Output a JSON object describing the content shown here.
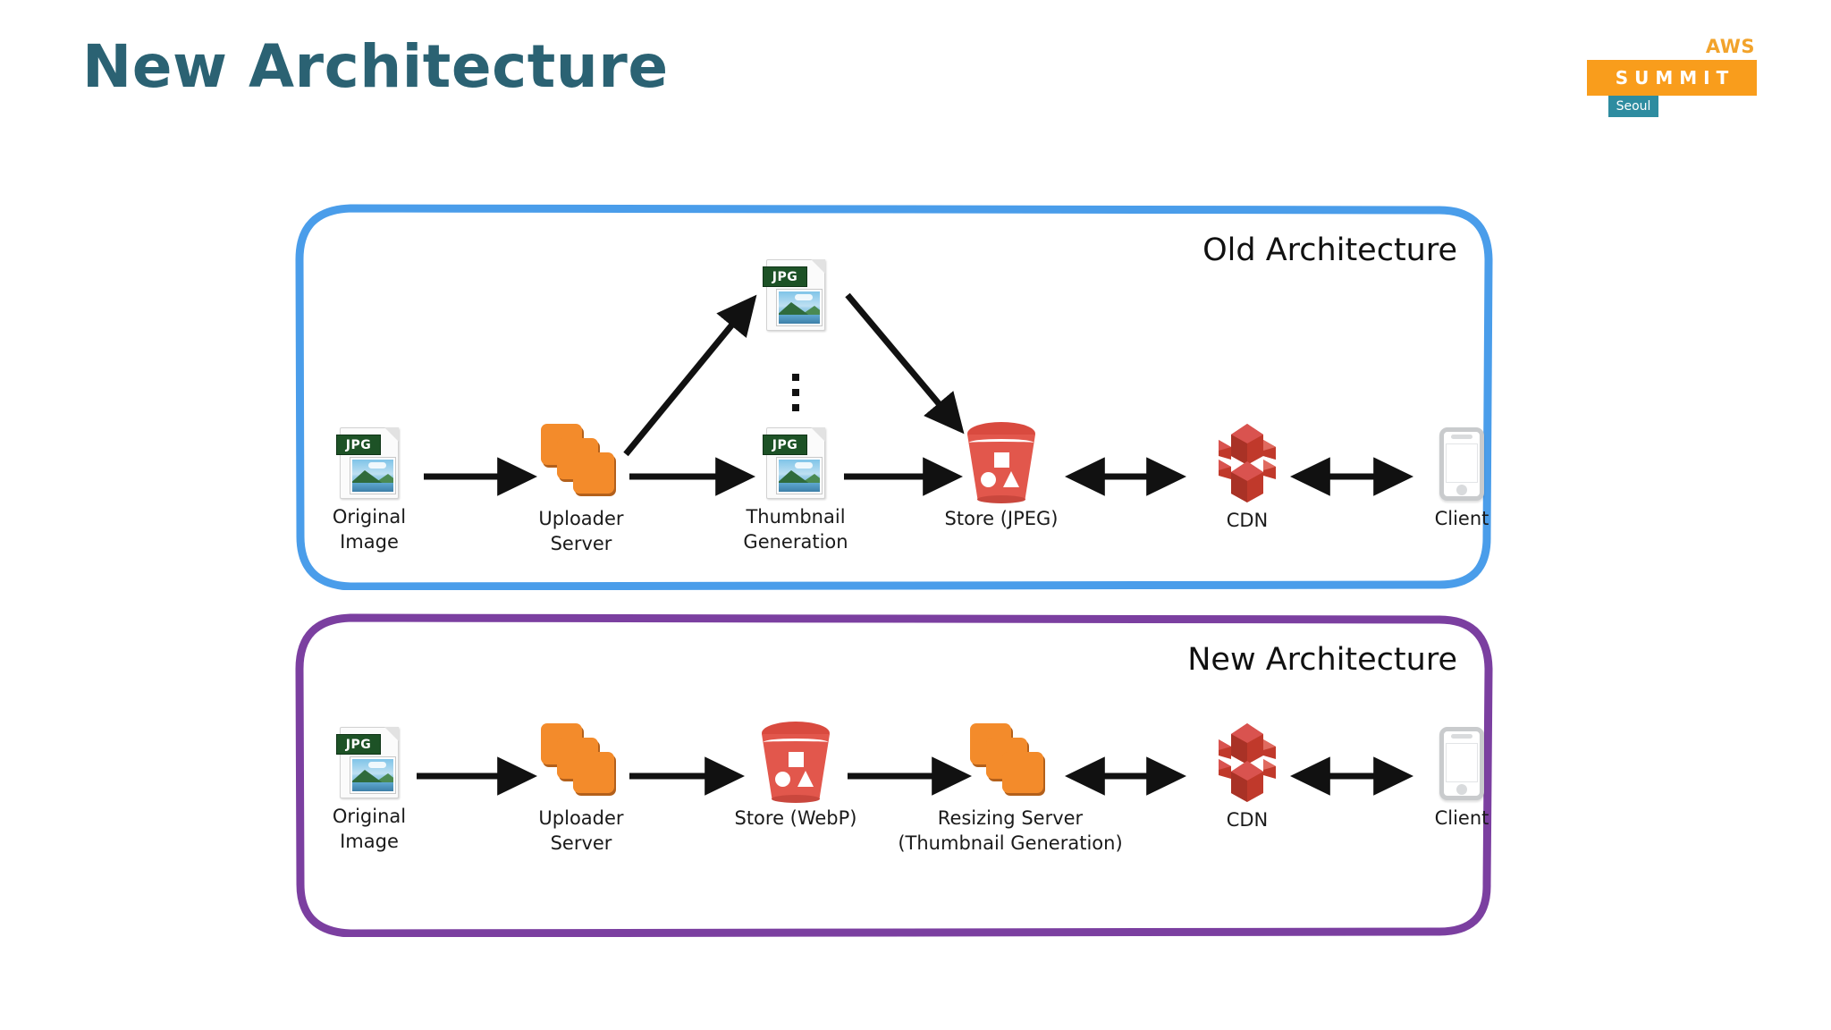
{
  "slide": {
    "title": "New Architecture"
  },
  "logo": {
    "aws": "AWS",
    "summit": "SUMMIT",
    "city": "Seoul",
    "summit_bg": "#f99d1c",
    "city_bg": "#2e8ca0",
    "aws_color": "#f2a32b"
  },
  "panels": [
    {
      "id": "old",
      "heading": "Old Architecture",
      "border_color": "#4a9dea",
      "nodes": [
        {
          "name": "original-image",
          "label": "Original Image",
          "icon": "jpg-file-icon"
        },
        {
          "name": "uploader-server",
          "label": "Uploader Server",
          "icon": "orange-server-stack-icon"
        },
        {
          "name": "thumbnail-generation",
          "label": "Thumbnail Generation",
          "icon": "jpg-file-icon"
        },
        {
          "name": "store-jpeg",
          "label": "Store (JPEG)",
          "icon": "s3-bucket-icon"
        },
        {
          "name": "cdn",
          "label": "CDN",
          "icon": "cloudfront-cdn-icon"
        },
        {
          "name": "client",
          "label": "Client",
          "icon": "mobile-phone-icon"
        }
      ],
      "extra_nodes": [
        {
          "name": "thumbnail-variant-top",
          "icon": "jpg-file-icon"
        },
        {
          "name": "thumbnail-ellipsis",
          "icon": "vertical-ellipsis-icon"
        }
      ]
    },
    {
      "id": "new",
      "heading": "New Architecture",
      "border_color": "#7b3fa0",
      "nodes": [
        {
          "name": "original-image",
          "label": "Original Image",
          "icon": "jpg-file-icon"
        },
        {
          "name": "uploader-server",
          "label": "Uploader Server",
          "icon": "orange-server-stack-icon"
        },
        {
          "name": "store-webp",
          "label": "Store (WebP)",
          "icon": "s3-bucket-icon"
        },
        {
          "name": "resizing-server",
          "label": "Resizing Server\n(Thumbnail Generation)",
          "icon": "orange-server-stack-icon"
        },
        {
          "name": "cdn",
          "label": "CDN",
          "icon": "cloudfront-cdn-icon"
        },
        {
          "name": "client",
          "label": "Client",
          "icon": "mobile-phone-icon"
        }
      ]
    }
  ],
  "icon_labels": {
    "jpg_badge": "JPG"
  },
  "colors": {
    "title": "#2b6273",
    "server_orange": "#f38b2b",
    "bucket_red": "#e2574c",
    "cdn_red": "#c0392b",
    "phone_gray": "#c9cbcd",
    "jpg_badge_green": "#1d5226",
    "arrow_black": "#111111"
  }
}
